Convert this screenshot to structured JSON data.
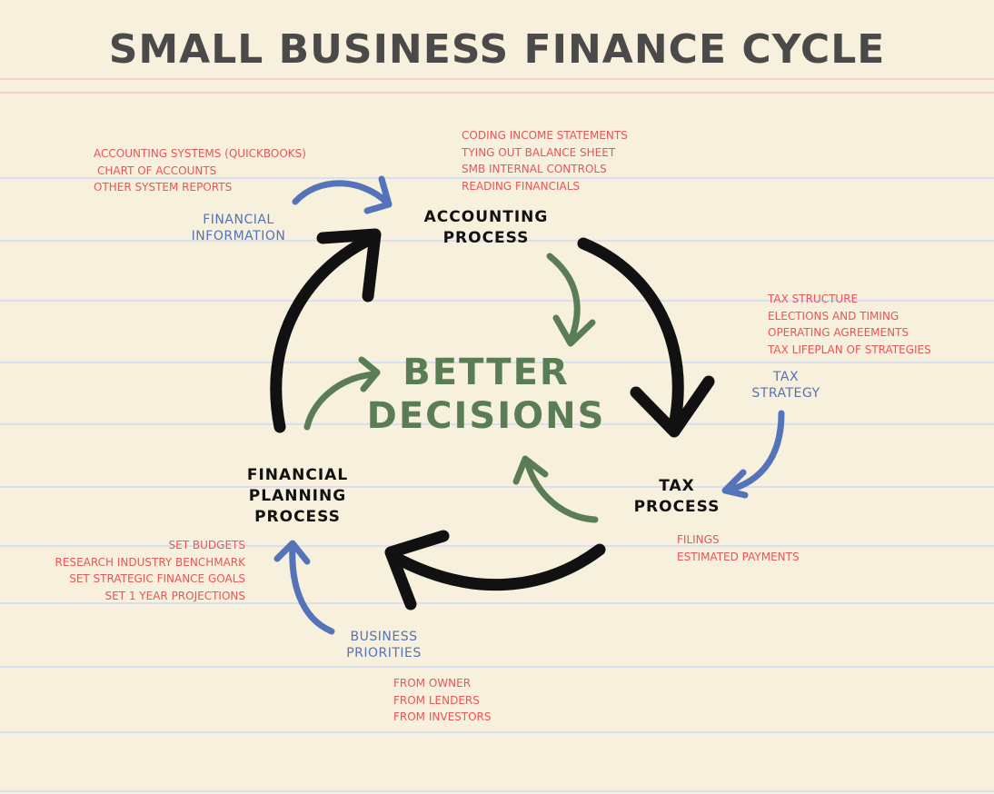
{
  "title": "Small Business Finance Cycle",
  "center": {
    "line1": "Better",
    "line2": "Decisions"
  },
  "processes": {
    "accounting": [
      "Accounting",
      "Process"
    ],
    "tax": [
      "Tax",
      "Process"
    ],
    "planning": [
      "Financial",
      "Planning",
      "Process"
    ]
  },
  "inputs": {
    "financial_information": [
      "Financial",
      "Information"
    ],
    "tax_strategy": [
      "Tax",
      "Strategy"
    ],
    "business_priorities": [
      "Business",
      "Priorities"
    ]
  },
  "details": {
    "systems": [
      "Accounting Systems (QuickBooks)",
      "Chart of Accounts",
      "Other System Reports"
    ],
    "accounting": [
      "Coding Income Statements",
      "Tying Out Balance Sheet",
      "SMB Internal Controls",
      "Reading Financials"
    ],
    "tax_strategy": [
      "Tax Structure",
      "Elections and Timing",
      "Operating Agreements",
      "Tax Lifeplan of Strategies"
    ],
    "tax": [
      "Filings",
      "Estimated Payments"
    ],
    "planning": [
      "Set Budgets",
      "Research Industry Benchmark",
      "Set Strategic Finance Goals",
      "Set 1 Year Projections"
    ],
    "priorities": [
      "From Owner",
      "From Lenders",
      "From Investors"
    ]
  },
  "colors": {
    "background": "#f6f0dc",
    "red": "#e8555a",
    "blue": "#5473b8",
    "green": "#5a7d55",
    "black": "#111111"
  }
}
